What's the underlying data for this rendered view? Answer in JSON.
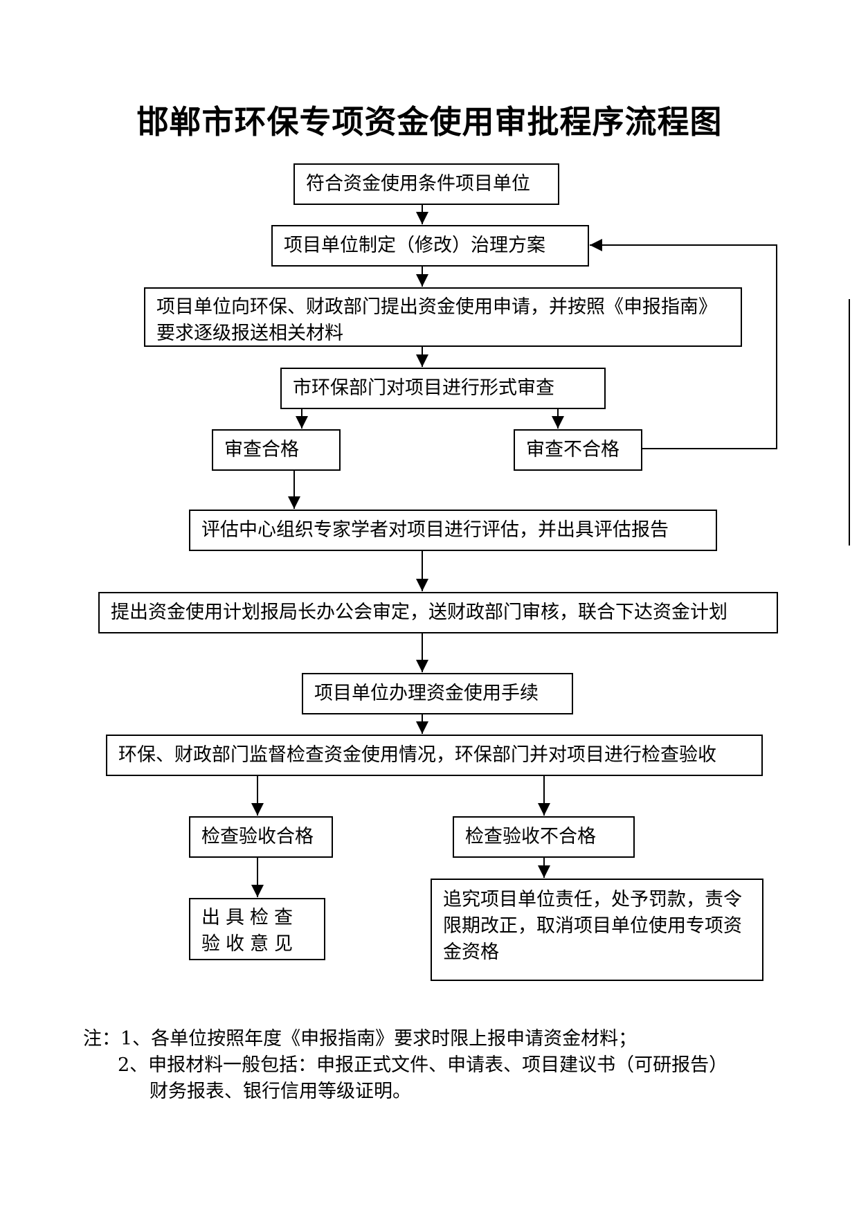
{
  "title": "邯郸市环保专项资金使用审批程序流程图",
  "nodes": {
    "n1": "符合资金使用条件项目单位",
    "n2": "项目单位制定（修改）治理方案",
    "n3": "项目单位向环保、财政部门提出资金使用申请，并按照《申报指南》要求逐级报送相关材料",
    "n4": "市环保部门对项目进行形式审查",
    "n5": "审查合格",
    "n6": "审查不合格",
    "n7": "评估中心组织专家学者对项目进行评估，并出具评估报告",
    "n8": "提出资金使用计划报局长办公会审定，送财政部门审核，联合下达资金计划",
    "n9": "项目单位办理资金使用手续",
    "n10": "环保、财政部门监督检查资金使用情况，环保部门并对项目进行检查验收",
    "n11": "检查验收合格",
    "n12": "检查验收不合格",
    "n13": "出具检查验收意见",
    "n14": "追究项目单位责任，处予罚款，责令限期改正，取消项目单位使用专项资金资格"
  },
  "notes": {
    "line1": "注：1、各单位按照年度《申报指南》要求时限上报申请资金材料；",
    "line2": "2、申报材料一般包括：申报正式文件、申请表、项目建议书（可研报告）",
    "line3": "财务报表、银行信用等级证明。"
  }
}
